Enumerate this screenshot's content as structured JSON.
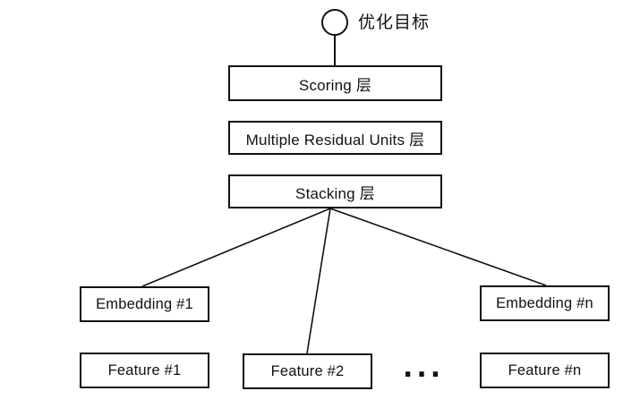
{
  "diagram": {
    "title_hint": "Deep Crossing style model architecture",
    "target": {
      "label": "优化目标"
    },
    "layers": [
      {
        "id": "scoring",
        "label": "Scoring 层"
      },
      {
        "id": "residual",
        "label": "Multiple Residual Units 层"
      },
      {
        "id": "stacking",
        "label": "Stacking 层"
      }
    ],
    "embeddings": [
      {
        "id": "embedding-1",
        "label": "Embedding #1"
      },
      {
        "id": "embedding-n",
        "label": "Embedding #n"
      }
    ],
    "features": [
      {
        "id": "feature-1",
        "label": "Feature #1"
      },
      {
        "id": "feature-2",
        "label": "Feature #2"
      },
      {
        "id": "feature-n",
        "label": "Feature #n"
      }
    ],
    "ellipsis": "...",
    "colors": {
      "stroke": "#111111",
      "background": "#ffffff"
    }
  }
}
